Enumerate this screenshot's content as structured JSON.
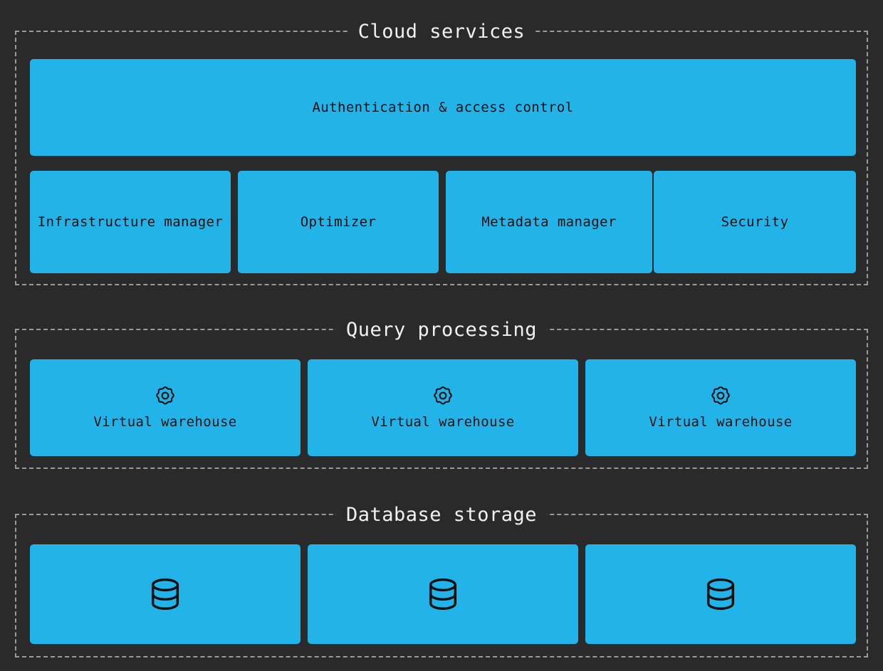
{
  "theme": {
    "background": "#2b2a2a",
    "card_fill": "#22b3e8",
    "card_text": "#101010",
    "section_border": "#9a9a9a",
    "section_title_text": "#f2f2f2"
  },
  "sections": [
    {
      "id": "cloud-services",
      "title": "Cloud services",
      "cards": [
        {
          "id": "authentication-access-control",
          "label": "Authentication & access control",
          "icon": null
        },
        {
          "id": "infrastructure-manager",
          "label": "Infrastructure manager",
          "icon": null
        },
        {
          "id": "optimizer",
          "label": "Optimizer",
          "icon": null
        },
        {
          "id": "metadata-manager",
          "label": "Metadata manager",
          "icon": null
        },
        {
          "id": "security",
          "label": "Security",
          "icon": null
        }
      ]
    },
    {
      "id": "query-processing",
      "title": "Query processing",
      "cards": [
        {
          "id": "virtual-warehouse-1",
          "label": "Virtual warehouse",
          "icon": "gear-icon"
        },
        {
          "id": "virtual-warehouse-2",
          "label": "Virtual warehouse",
          "icon": "gear-icon"
        },
        {
          "id": "virtual-warehouse-3",
          "label": "Virtual warehouse",
          "icon": "gear-icon"
        }
      ]
    },
    {
      "id": "database-storage",
      "title": "Database storage",
      "cards": [
        {
          "id": "database-storage-1",
          "label": "",
          "icon": "database-icon"
        },
        {
          "id": "database-storage-2",
          "label": "",
          "icon": "database-icon"
        },
        {
          "id": "database-storage-3",
          "label": "",
          "icon": "database-icon"
        }
      ]
    }
  ]
}
